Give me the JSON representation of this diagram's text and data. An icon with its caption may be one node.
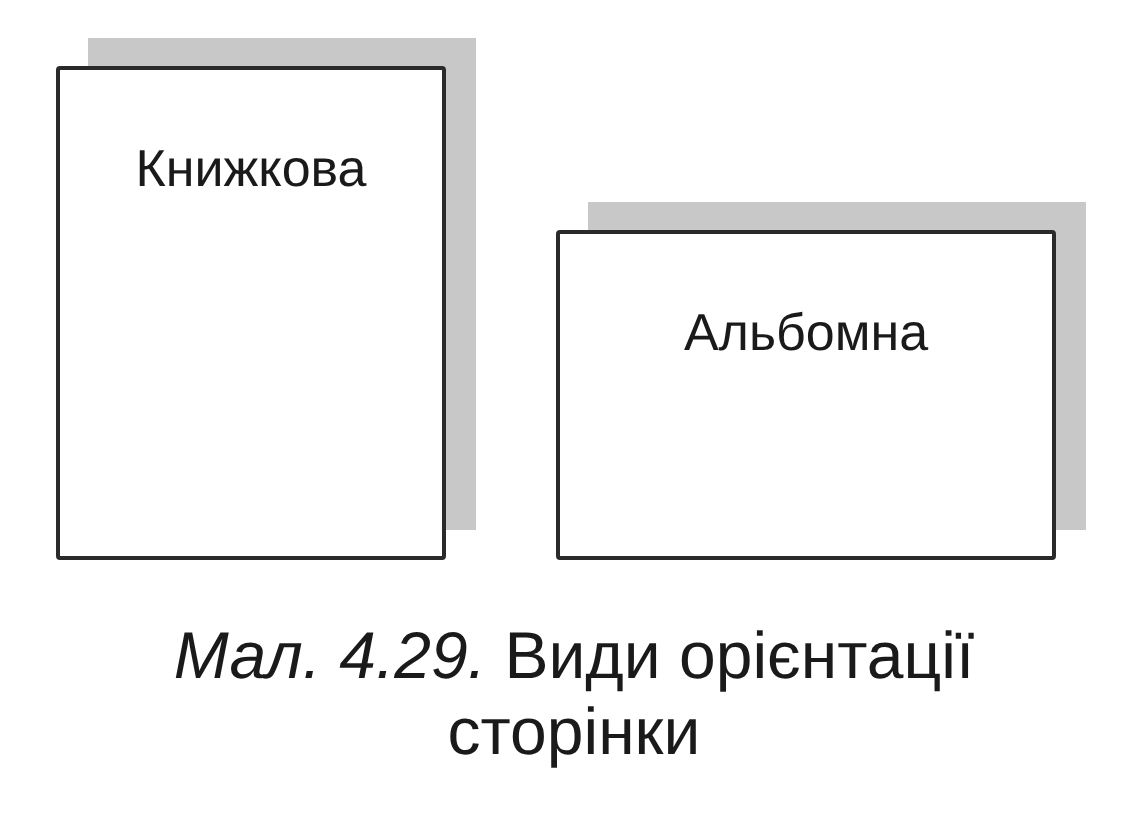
{
  "diagram": {
    "caption": "*Мал. 4.29.* Види орієнтації сторінки",
    "nodes": [
      {
        "text": [
          "Книжкова"
        ]
      },
      {
        "text": [
          "Альбомна"
        ]
      }
    ]
  }
}
